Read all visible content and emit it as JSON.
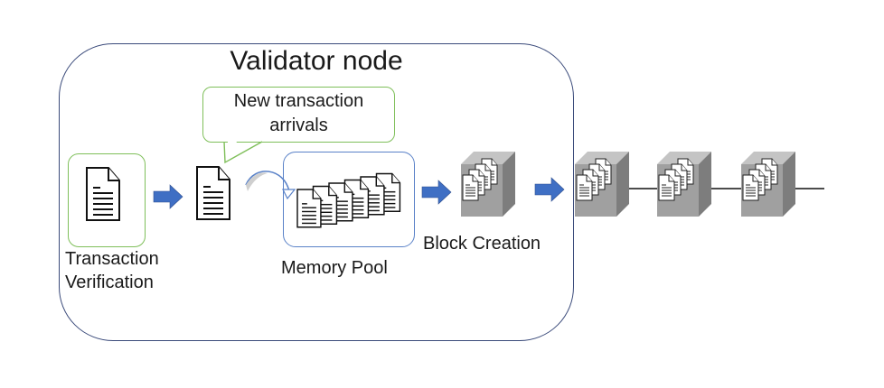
{
  "diagram": {
    "container_title": "Validator node",
    "callout": {
      "line1": "New transaction",
      "line2": "arrivals"
    },
    "steps": [
      {
        "id": "verification",
        "label_line1": "Transaction",
        "label_line2": "Verification",
        "icon": "document-icon"
      },
      {
        "id": "incoming",
        "label_line1": "",
        "label_line2": "",
        "icon": "document-icon"
      },
      {
        "id": "memory-pool",
        "label_line1": "Memory Pool",
        "label_line2": "",
        "icon": "document-stack-icon"
      },
      {
        "id": "block-creation",
        "label_line1": "Block Creation",
        "label_line2": "",
        "icon": "block-cube-icon"
      }
    ],
    "chain": {
      "blocks": 3,
      "description": "blockchain of linked blocks"
    },
    "colors": {
      "container_border": "#3a4a7a",
      "callout_border": "#7fbf5a",
      "verification_border": "#7fbf5a",
      "pool_border": "#5a82c8",
      "arrow_fill": "#3f6fc4",
      "cube_front": "#9a9a9a",
      "cube_top": "#bdbdbd",
      "cube_side": "#7a7a7a"
    }
  }
}
